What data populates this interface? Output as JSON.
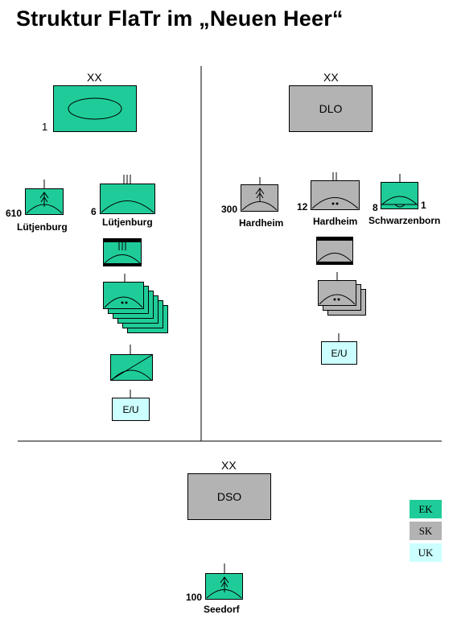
{
  "title": "Struktur FlaTr im „Neuen Heer“",
  "units": {
    "div1": {
      "echelon": "XX",
      "number": "1"
    },
    "dlo": {
      "echelon": "XX",
      "name": "DLO"
    },
    "dso": {
      "echelon": "XX",
      "name": "DSO"
    },
    "u610": {
      "number": "610",
      "location": "Lütjenburg"
    },
    "u6": {
      "number": "6",
      "location": "Lütjenburg"
    },
    "eu_left": {
      "name": "E/U"
    },
    "u300": {
      "number": "300",
      "location": "Hardheim"
    },
    "u12": {
      "number": "12",
      "location": "Hardheim"
    },
    "u8": {
      "number": "8"
    },
    "u1": {
      "number": "1",
      "location": "Schwarzenborn"
    },
    "eu_right": {
      "name": "E/U"
    },
    "u100": {
      "number": "100",
      "location": "Seedorf"
    }
  },
  "legend": [
    {
      "label": "EK",
      "color": "#1fcc99"
    },
    {
      "label": "SK",
      "color": "#b3b3b3"
    },
    {
      "label": "UK",
      "color": "#ccffff"
    }
  ],
  "colors": {
    "green": "#1fcc99",
    "grey": "#b3b3b3",
    "cyan": "#ccffff"
  }
}
